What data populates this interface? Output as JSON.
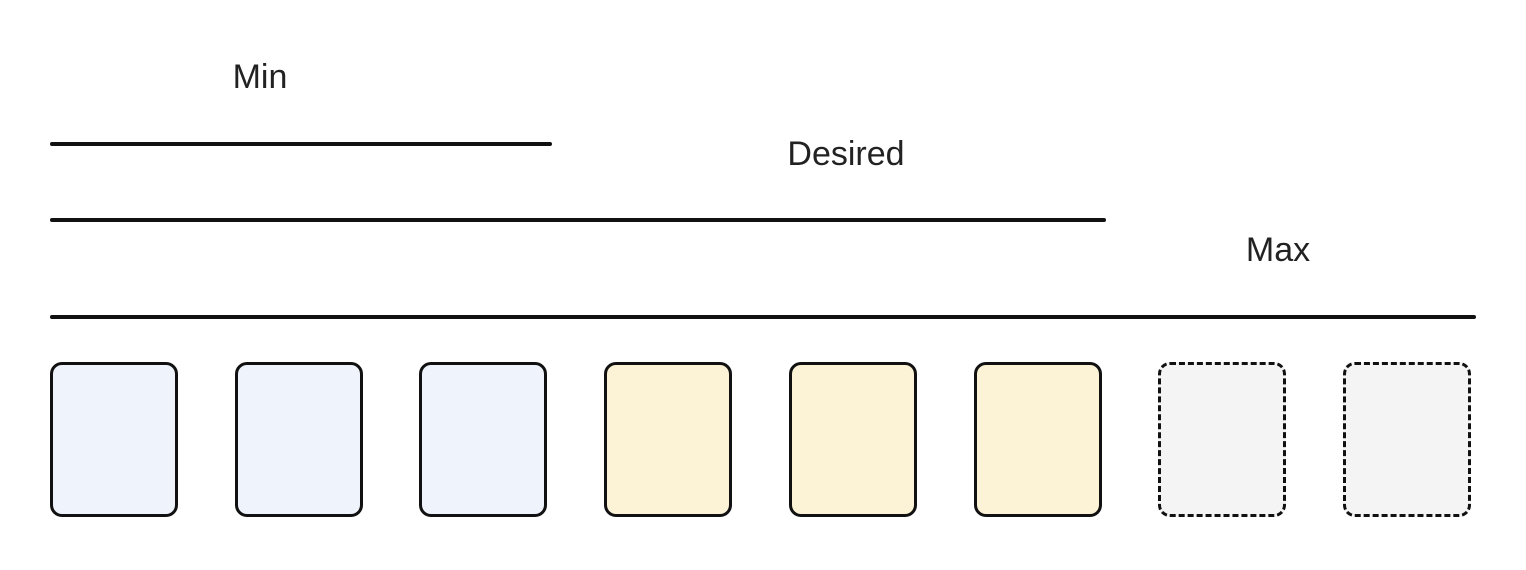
{
  "labels": {
    "min": "Min",
    "desired": "Desired",
    "max": "Max"
  },
  "instances": [
    {
      "kind": "min"
    },
    {
      "kind": "min"
    },
    {
      "kind": "min"
    },
    {
      "kind": "desired"
    },
    {
      "kind": "desired"
    },
    {
      "kind": "desired"
    },
    {
      "kind": "max"
    },
    {
      "kind": "max"
    }
  ],
  "counts": {
    "min": 3,
    "desired": 6,
    "max": 8
  },
  "colors": {
    "min_fill": "#eff3fc",
    "desired_fill": "#fcf2d6",
    "max_fill": "#f4f4f4",
    "stroke": "#111111"
  }
}
